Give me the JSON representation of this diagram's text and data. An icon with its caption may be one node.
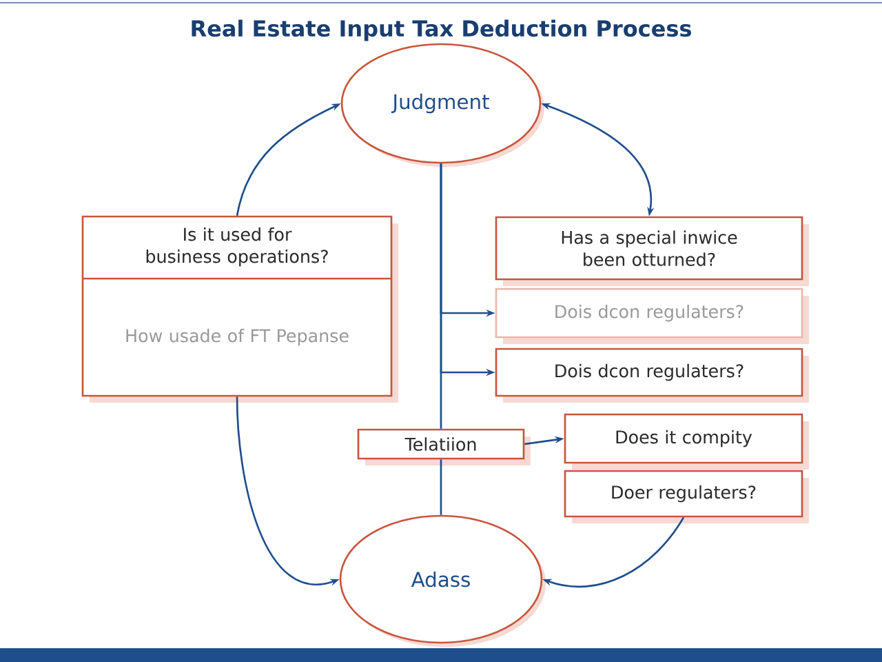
{
  "diagram": {
    "title": "Real Estate Input Tax Deduction Process",
    "nodes": [
      {
        "text": [
          "Judgment"
        ]
      },
      {
        "text": [
          "Is it used for business operations?",
          "How usade of FT Pepanse"
        ]
      },
      {
        "text": [
          "Has a special inwice been otturned?"
        ]
      },
      {
        "text": [
          "Dois dcon regulaters?"
        ]
      },
      {
        "text": [
          "Dois dcon regulaters?"
        ]
      },
      {
        "text": [
          "Telatiion"
        ]
      },
      {
        "text": [
          "Does it compity"
        ]
      },
      {
        "text": [
          "Doer regulaters?"
        ]
      },
      {
        "text": [
          "Adass"
        ]
      }
    ],
    "edges": [
      {
        "from": 1,
        "to": 0,
        "arrow": "to"
      },
      {
        "from": 0,
        "to": 2,
        "arrow": "both"
      },
      {
        "from": 0,
        "to": 5,
        "arrow": "none"
      },
      {
        "from": 5,
        "to": 8,
        "arrow": "none"
      },
      {
        "from": 0,
        "to": 3,
        "arrow": "to"
      },
      {
        "from": 0,
        "to": 4,
        "arrow": "to"
      },
      {
        "from": 5,
        "to": 6,
        "arrow": "to"
      },
      {
        "from": 1,
        "to": 8,
        "arrow": "to"
      },
      {
        "from": 7,
        "to": 8,
        "arrow": "to"
      }
    ]
  }
}
